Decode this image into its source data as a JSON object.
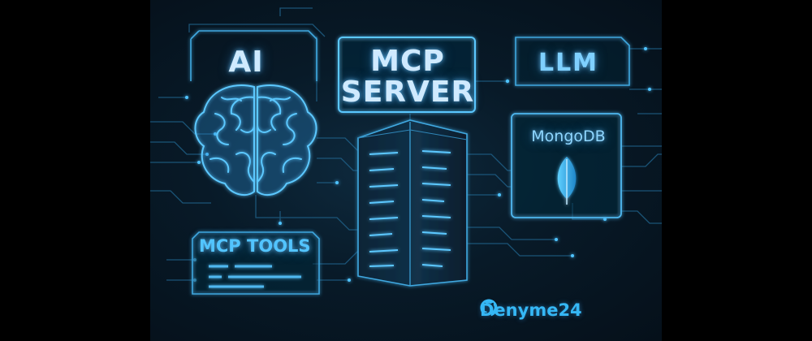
{
  "labels": {
    "ai": "AI",
    "mcp_server_line1": "MCP",
    "mcp_server_line2": "SERVER",
    "llm": "LLM",
    "mongodb": "MongoDB",
    "mcp_tools": "MCP TOOLS"
  },
  "brand": {
    "name": "Denyme24",
    "icon": "github-icon"
  },
  "icons": [
    "brain-icon",
    "server-rack-icon",
    "mongodb-leaf-icon",
    "github-icon"
  ],
  "colors": {
    "background": "#081a28",
    "outer_background": "#000000",
    "glow": "#4fc3ff",
    "accent": "#35b7f5",
    "text": "#cfeaff"
  }
}
